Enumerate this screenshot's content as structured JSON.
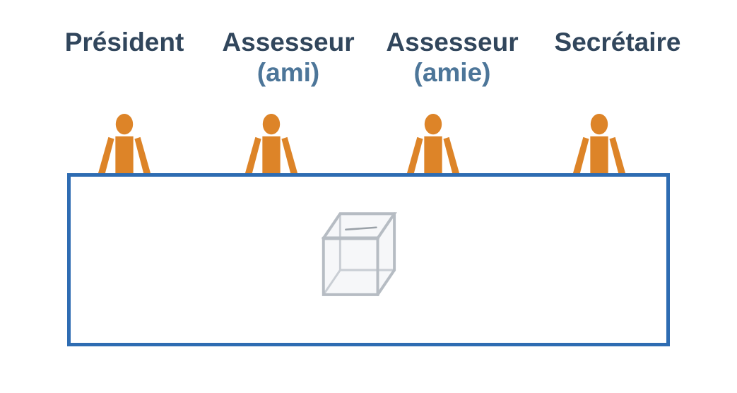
{
  "diagram": {
    "description": "Polling station table diagram with four officials and a transparent ballot box",
    "roles": [
      {
        "title": "Président",
        "subtitle": ""
      },
      {
        "title": "Assesseur",
        "subtitle": "(ami)"
      },
      {
        "title": "Assesseur",
        "subtitle": "(amie)"
      },
      {
        "title": "Secrétaire",
        "subtitle": ""
      }
    ],
    "icons": {
      "person": "person-icon",
      "ballot_box": "ballot-box-icon"
    },
    "colors": {
      "background": "#ffffff",
      "title_text": "#31465c",
      "subtitle_text": "#4d7699",
      "person_fill": "#dd8428",
      "table_border": "#2e6cb2",
      "box_frame": "#b6bcc3",
      "box_glass": "#e7ebef"
    }
  }
}
